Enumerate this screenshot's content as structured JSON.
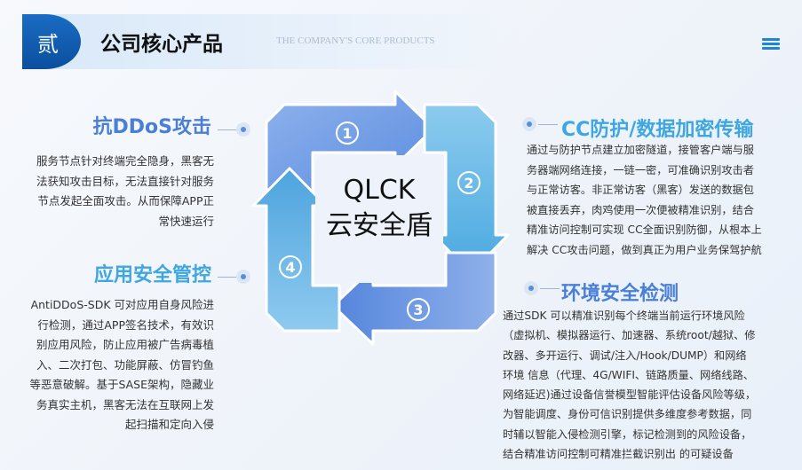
{
  "header": {
    "badge": "贰",
    "title": "公司核心产品",
    "subtitle": "THE COMPANY'S CORE PRODUCTS",
    "menu_icon": "hamburger-menu-icon"
  },
  "center": {
    "line1": "QLCK",
    "line2": "云安全盾",
    "steps": [
      "1",
      "2",
      "3",
      "4"
    ]
  },
  "colors": {
    "accent": "#1d86d6",
    "title_blue": "#4a7fd8",
    "title_cyan": "#3ea6e0"
  },
  "features": [
    {
      "title": "抗DDoS攻击",
      "lines": [
        "服务节点针对终端完全隐身，黑客无",
        "法获知攻击目标，无法直接针对服务",
        "节点发起全面攻击。从而保障APP正",
        "常快速运行"
      ]
    },
    {
      "title": "应用安全管控",
      "lines": [
        "AntiDDoS-SDK 可对应用自身风险进",
        "行检测，通过APP签名技术，有效识",
        "别应用风险，防止应用被广告病毒植",
        "入、二次打包、功能屏蔽、仿冒钓鱼",
        "等恶意破解。基于SASE架构，隐藏业",
        "务真实主机，黑客无法在互联网上发",
        "起扫描和定向入侵"
      ]
    },
    {
      "title": "CC防护/数据加密传输",
      "lines": [
        "通过与防护节点建立加密隧道，接管客户端与服",
        "务器端网络连接，一链一密，可准确识别攻击者",
        "与正常访客。非正常访客（黑客）发送的数据包",
        "被直接丢弃，肉鸡使用一次便被精准识别，结合",
        "精准访问控制可实现 CC全面识别防御，从根本上",
        "解决 CC攻击问题，做到真正为用户业务保驾护航"
      ]
    },
    {
      "title": "环境安全检测",
      "lines": [
        "通过SDK 可以精准识别每个终端当前运行环境风险",
        "（虚拟机、模拟器运行、加速器、系统root/越狱、修",
        "改器、多开运行、调试/注入/Hook/DUMP）和网络",
        "环境 信息（代理、4G/WIFI、链路质量、网络线路、",
        "网络延迟)通过设备信誉模型智能评估设备风险等级，",
        "为智能调度、身份可信识别提供多维度参考数据，同",
        "时辅以智能入侵检测引擎，标记检测到的风险设备，",
        "结合精准访问控制可精准拦截识别出 的可疑设备"
      ]
    }
  ]
}
